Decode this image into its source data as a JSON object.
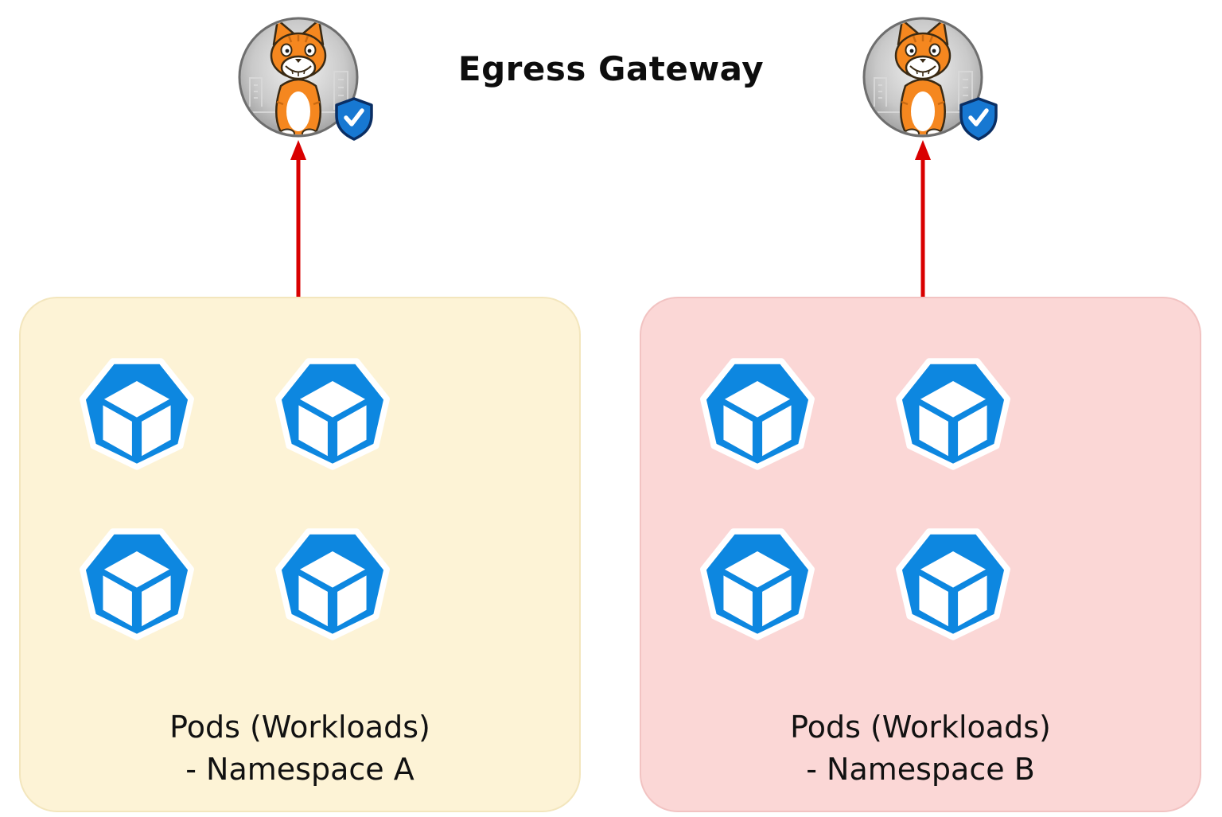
{
  "title": "Egress Gateway",
  "namespaces": [
    {
      "id": "A",
      "label_line1": "Pods (Workloads)",
      "label_line2": "- Namespace A",
      "pod_count": 4
    },
    {
      "id": "B",
      "label_line1": "Pods (Workloads)",
      "label_line2": "- Namespace B",
      "pod_count": 4
    }
  ],
  "gateways": [
    {
      "icon": "calico-cat-gateway-icon",
      "badge": "shield-check-icon",
      "serves": "Namespace A"
    },
    {
      "icon": "calico-cat-gateway-icon",
      "badge": "shield-check-icon",
      "serves": "Namespace B"
    }
  ],
  "arrows": [
    {
      "from": "Namespace A",
      "to": "Egress Gateway A",
      "direction": "up"
    },
    {
      "from": "Namespace B",
      "to": "Egress Gateway B",
      "direction": "up"
    }
  ],
  "colors": {
    "canvas_bg": "#ffffff",
    "title_color": "#0d0d0d",
    "label_color": "#111111",
    "namespace_a_bg": "#fdf3d6",
    "namespace_a_border": "#f3e6bd",
    "namespace_b_bg": "#fbd7d6",
    "namespace_b_border": "#f2c3c2",
    "pod_blue": "#0d87e0",
    "arrow_red": "#d90000",
    "cat_orange": "#f5871f",
    "cat_outline": "#3a2a14",
    "shield_blue": "#1778d2",
    "shield_border": "#0a2e63",
    "gateway_circle_ring": "#6e6e6e"
  }
}
